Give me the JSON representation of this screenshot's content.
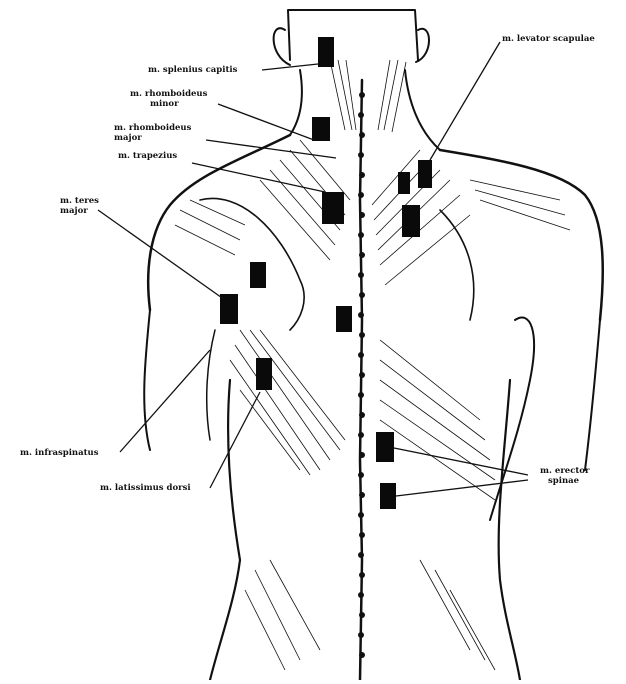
{
  "diagram": {
    "labels": {
      "splenius_capitis": "m. splenius capitis",
      "levator_scapulae": "m. levator scapulae",
      "rhomboideus_minor_1": "m. rhomboideus",
      "rhomboideus_minor_2": "minor",
      "rhomboideus_major_1": "m. rhomboideus",
      "rhomboideus_major_2": "major",
      "trapezius": "m. trapezius",
      "teres_major_1": "m. teres",
      "teres_major_2": "major",
      "infraspinatus": "m. infraspinatus",
      "latissimus_dorsi": "m. latissimus dorsi",
      "erector_spinae_1": "m. erector",
      "erector_spinae_2": "spinae"
    },
    "colors": {
      "ink": "#111111",
      "marker": "#0a0a0a",
      "paper": "#ffffff"
    }
  }
}
